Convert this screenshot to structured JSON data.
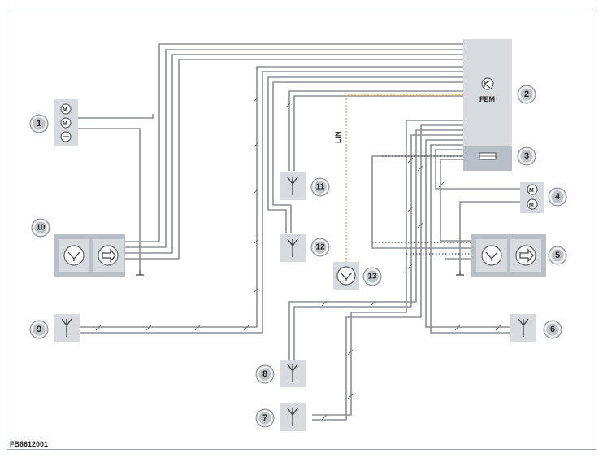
{
  "labels": {
    "fem": "FEM",
    "lin": "LIN",
    "figure_code": "FB6612001"
  },
  "callouts": [
    "1",
    "2",
    "3",
    "4",
    "5",
    "6",
    "7",
    "8",
    "9",
    "10",
    "11",
    "12",
    "13"
  ],
  "colors": {
    "wire": "#8c9096",
    "lin_wire": "#e3b04a",
    "component_box": "#d7dbe0"
  }
}
